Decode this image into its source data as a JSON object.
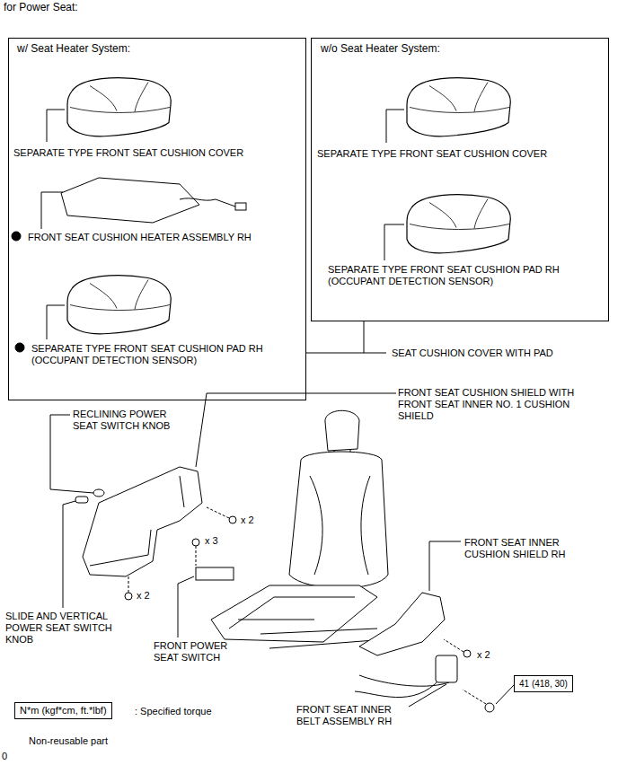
{
  "diagram": {
    "title": "for Power Seat:",
    "nodes": [
      {
        "text": [
          "w/ Seat Heater System:",
          "SEPARATE TYPE FRONT SEAT CUSHION COVER",
          "FRONT SEAT CUSHION HEATER ASSEMBLY RH",
          "SEPARATE TYPE FRONT SEAT CUSHION PAD RH (OCCUPANT DETECTION SENSOR)"
        ]
      },
      {
        "text": [
          "w/o Seat Heater System:",
          "SEPARATE TYPE FRONT SEAT CUSHION COVER",
          "SEPARATE TYPE FRONT SEAT CUSHION PAD RH (OCCUPANT DETECTION SENSOR)"
        ]
      },
      {
        "text": [
          "41 (418, 30)"
        ]
      },
      {
        "text": [
          "N*m (kgf*cm, ft.*lbf)"
        ]
      }
    ],
    "labels": [
      "SEAT CUSHION COVER WITH PAD",
      "FRONT SEAT CUSHION SHIELD WITH FRONT SEAT INNER NO. 1 CUSHION SHIELD",
      "RECLINING POWER SEAT SWITCH KNOB",
      "x 2",
      "x 3",
      "FRONT SEAT INNER CUSHION SHIELD RH",
      "x 2",
      "SLIDE AND VERTICAL POWER SEAT SWITCH KNOB",
      "FRONT POWER SEAT SWITCH",
      "x 2",
      "FRONT SEAT INNER BELT ASSEMBLY RH",
      "0"
    ],
    "legend": [
      {
        "text": ": Specified torque"
      },
      {
        "text": "Non-reusable part"
      }
    ]
  }
}
